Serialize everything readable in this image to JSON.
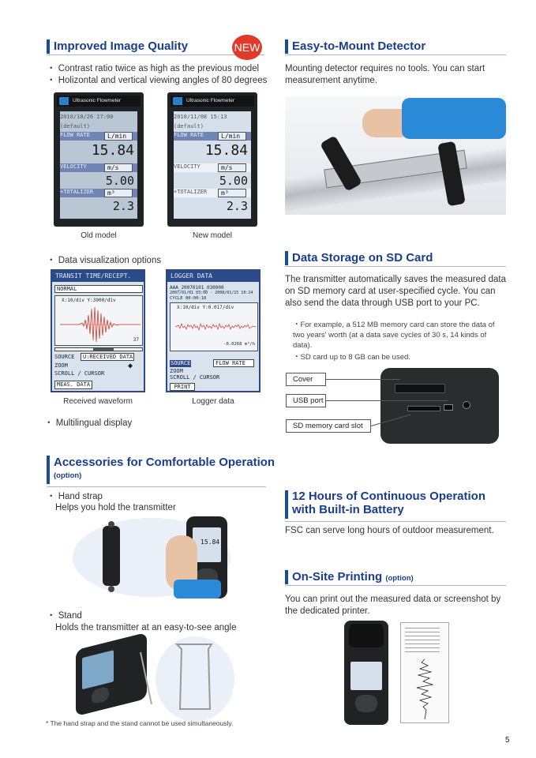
{
  "left": {
    "h1": "Improved Image Quality",
    "new_badge": "NEW",
    "b1": "・ Contrast ratio twice as high as the previous model",
    "b2": "・ Holizontal and vertical viewing angles of 80 degrees",
    "lcd_title": "Ultrasonic Flowmeter",
    "old": {
      "date": "2010/10/26 17:00",
      "default": "(default)",
      "flow": "FLOW RATE",
      "flow_unit": "L/min",
      "flow_val": "15.84",
      "vel": "VELOCITY",
      "vel_unit": "m/s",
      "vel_val": "5.00",
      "tot": "+TOTALIZER",
      "tot_unit": "m³",
      "tot_val": "2.3"
    },
    "new": {
      "date": "2010/11/08 15:13",
      "default": "(default)",
      "flow": "FLOW RATE",
      "flow_unit": "L/min",
      "flow_val": "15.84",
      "vel": "VELOCITY",
      "vel_unit": "m/s",
      "vel_val": "5.00",
      "tot": "+TOTALIZER",
      "tot_unit": "m³",
      "tot_val": "2.3"
    },
    "cap_old": "Old model",
    "cap_new": "New model",
    "b3": "・ Data visualization options",
    "wave": {
      "title": "TRANSIT TIME/RECEPT. WAVE",
      "mode": "NORMAL",
      "axis": "X:10/div Y:3900/div",
      "num": "37",
      "source_lbl": "SOURCE",
      "source_val": "U:RECEIVED DATA",
      "zoom": "ZOOM",
      "scroll": "SCROLL / CURSOR",
      "btn": "MEAS. DATA"
    },
    "logger": {
      "title": "LOGGER DATA",
      "file": "AAA_20070101_030000",
      "range": "2007/01/01 03:00 - 2008/01/15 10:24",
      "cycle": "CYCLE 00:00:10",
      "axis": "X:10/div Y:0.017/div",
      "val": "-0.0268 m³/h",
      "source_lbl": "SOURCE",
      "source_val": "FLOW RATE",
      "zoom": "ZOOM",
      "scroll": "SCROLL / CURSOR",
      "btn": "PRINT"
    },
    "cap_wave": "Received waveform",
    "cap_logger": "Logger data",
    "b4": "・ Multilingual display",
    "h2": "Accessories for Comfortable Operation",
    "h2_opt": "(option)",
    "strap_title": "・ Hand strap",
    "strap_desc": "Helps you hold the transmitter",
    "stand_title": "・ Stand",
    "stand_desc": "Holds the transmitter at an easy-to-see angle",
    "footnote": "* The hand strap and the stand cannot be used simultaneously.",
    "device_val": "15.84"
  },
  "right": {
    "h1": "Easy-to-Mount Detector",
    "p1": "Mounting detector requires no tools. You can start measurement anytime.",
    "h2": "Data Storage on SD Card",
    "p2": "The transmitter automatically saves the measured data on SD memory card at user-specified cycle. You can also send the data through USB port to your PC.",
    "n1": "・For example, a 512 MB memory card can store the data of two years' worth (at a data save cycles of 30 s, 14 kinds of data).",
    "n2": "・SD card up to 8 GB can be used.",
    "c1": "Cover",
    "c2": "USB port",
    "c3": "SD memory card slot",
    "h3": "12 Hours of Continuous Operation with Built-in Battery",
    "p3": "FSC can serve long hours of outdoor measurement.",
    "h4": "On-Site Printing",
    "h4_opt": "(option)",
    "p4": "You can print out the measured data or screenshot by the dedicated printer."
  },
  "page_number": "5"
}
